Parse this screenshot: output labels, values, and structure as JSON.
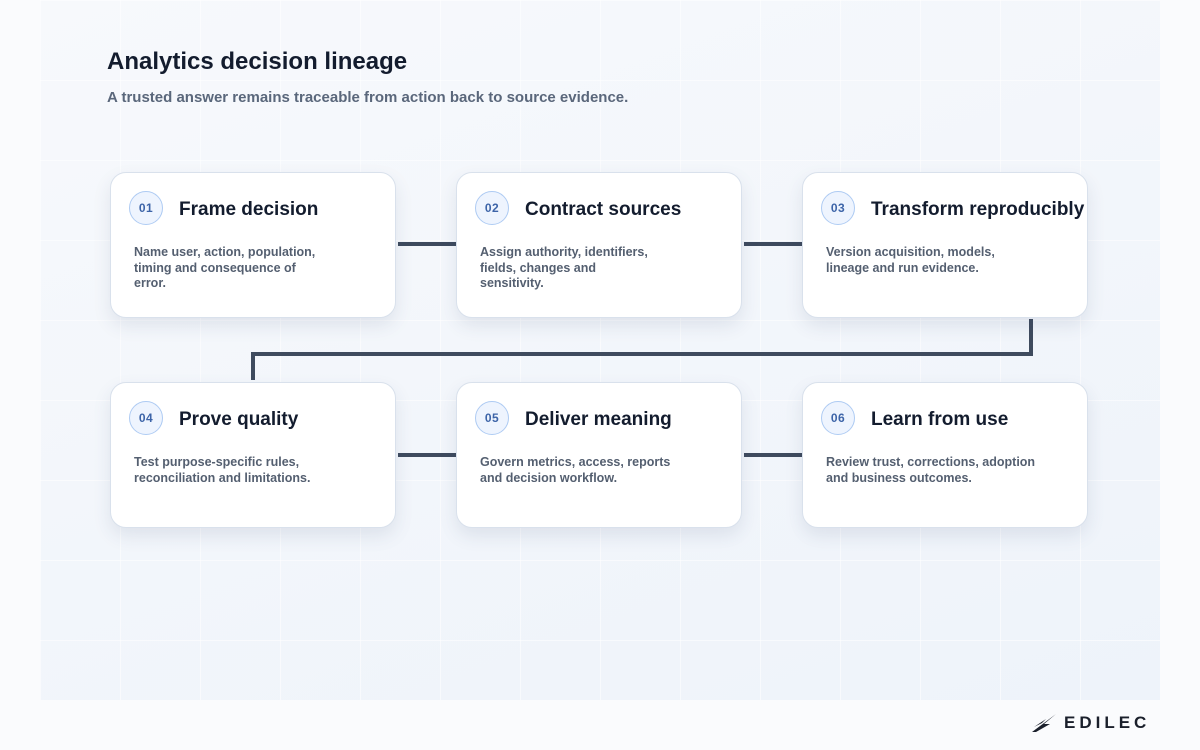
{
  "header": {
    "title": "Analytics decision lineage",
    "subtitle": "A trusted answer remains traceable from action back to source evidence."
  },
  "steps": [
    {
      "number": "01",
      "title": "Frame decision",
      "description": "Name user, action, population, timing and consequence of error."
    },
    {
      "number": "02",
      "title": "Contract sources",
      "description": "Assign authority, identifiers, fields, changes and sensitivity."
    },
    {
      "number": "03",
      "title": "Transform reproducibly",
      "description": "Version acquisition, models, lineage and run evidence."
    },
    {
      "number": "04",
      "title": "Prove quality",
      "description": "Test purpose-specific rules, reconciliation and limitations."
    },
    {
      "number": "05",
      "title": "Deliver meaning",
      "description": "Govern metrics, access, reports and decision workflow."
    },
    {
      "number": "06",
      "title": "Learn from use",
      "description": "Review trust, corrections, adoption and business outcomes."
    }
  ],
  "brand": {
    "name": "EDILEC",
    "icon": "edilec-logo-icon"
  },
  "colors": {
    "connector": "#3f4b5e",
    "badge_text": "#3d64a8",
    "badge_border": "#aecbf3"
  }
}
